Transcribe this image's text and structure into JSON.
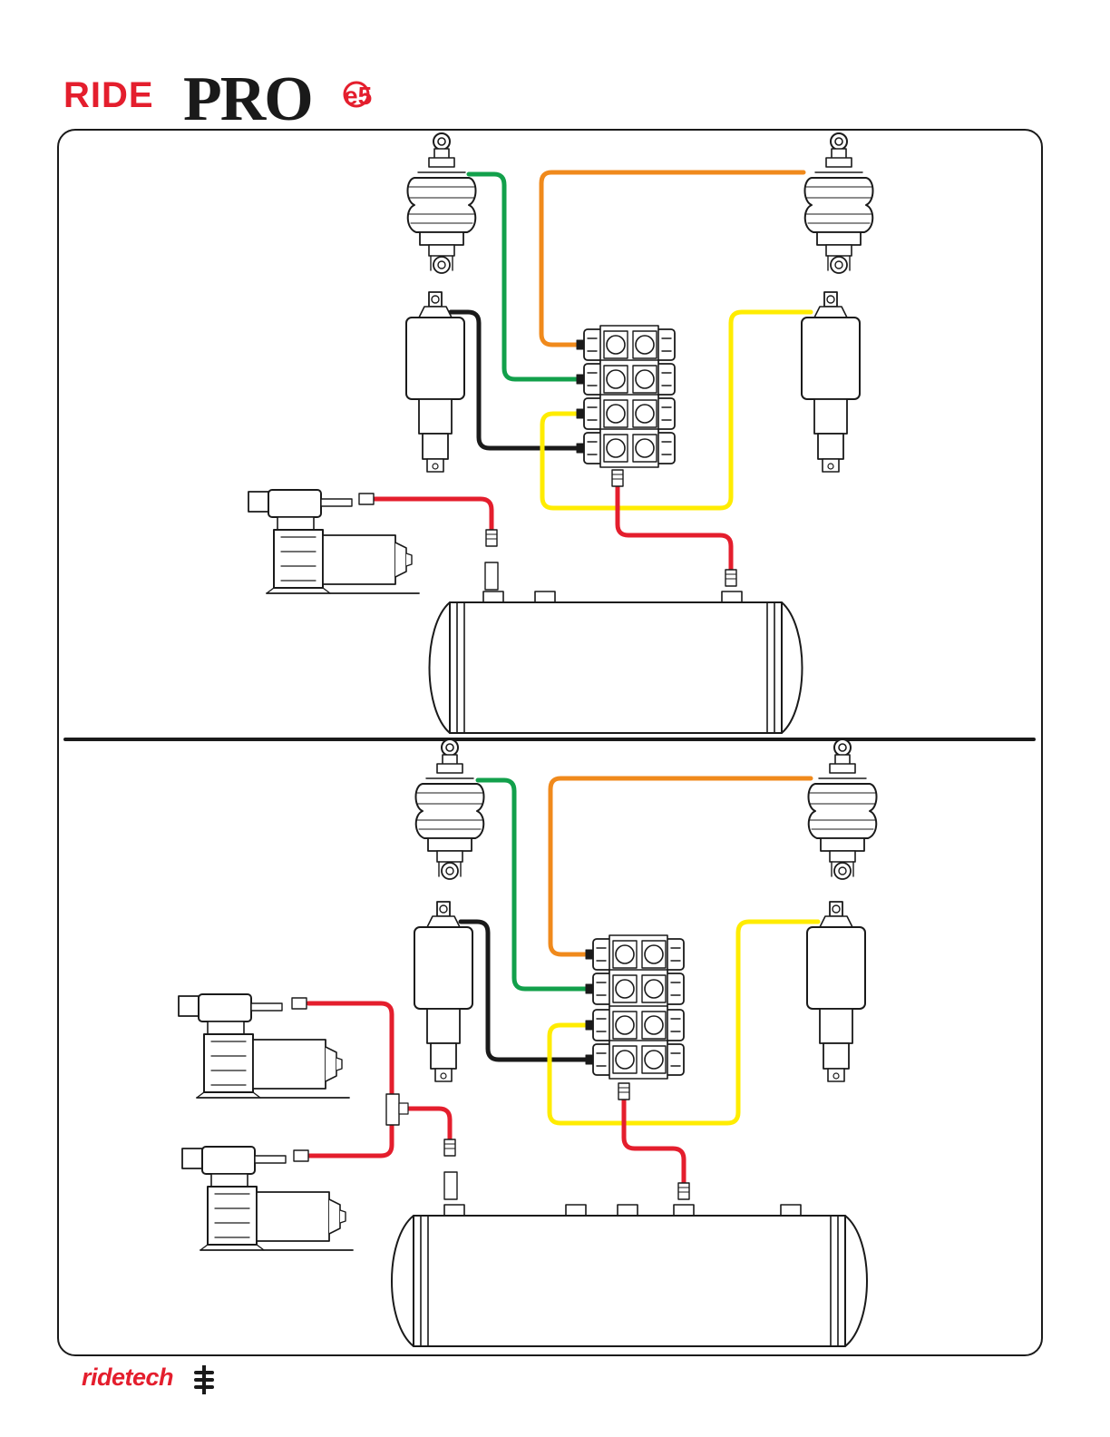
{
  "brand": {
    "logo_ride": "RIDE",
    "logo_pro": "PRO",
    "logo_e5": "e5",
    "footer_name": "ridetech"
  },
  "colors": {
    "brand_red": "#e41e2d",
    "line_green": "#12a04b",
    "line_orange": "#f08a1c",
    "line_yellow": "#ffec00",
    "line_black": "#1a1a1a",
    "line_red": "#e41e2d"
  },
  "diagrams": [
    {
      "variant": "single-compressor"
    },
    {
      "variant": "dual-compressor"
    }
  ]
}
